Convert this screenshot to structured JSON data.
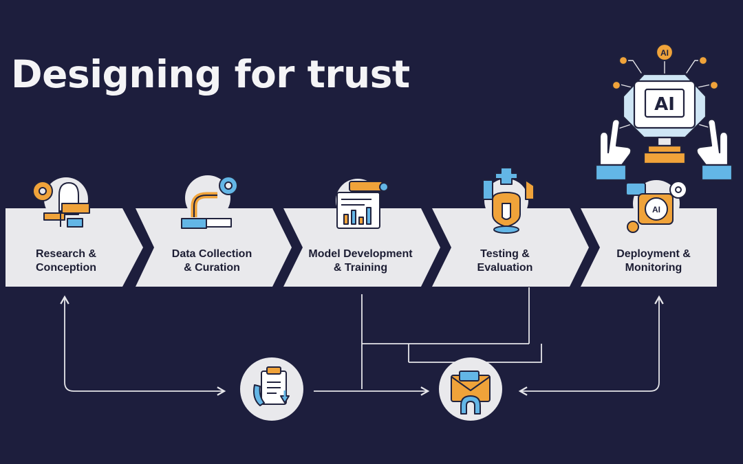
{
  "title": "Designing for trust",
  "stages": [
    {
      "label": "Research &\nConception",
      "icon": "gears-lightbulb-icon"
    },
    {
      "label": "Data Collection\n& Curation",
      "icon": "gear-pipes-icon"
    },
    {
      "label": "Model Development\n& Training",
      "icon": "dashboard-chart-icon"
    },
    {
      "label": "Testing &\nEvaluation",
      "icon": "test-tube-shield-icon"
    },
    {
      "label": "Deployment &\nMonitoring",
      "icon": "ai-chip-monitor-icon"
    }
  ],
  "hub_nodes": [
    {
      "icon": "clipboard-download-icon"
    },
    {
      "icon": "envelope-magnet-icon"
    }
  ],
  "hero": {
    "chip_text": "AI",
    "badge_text": "AI",
    "icon": "ai-monitor-hands-icon"
  },
  "colors": {
    "background": "#1d1e3d",
    "card": "#e9e9ec",
    "accent_orange": "#f0a33a",
    "accent_blue": "#63b6e6",
    "outline": "#20223d",
    "connector": "#e6e6ea"
  }
}
